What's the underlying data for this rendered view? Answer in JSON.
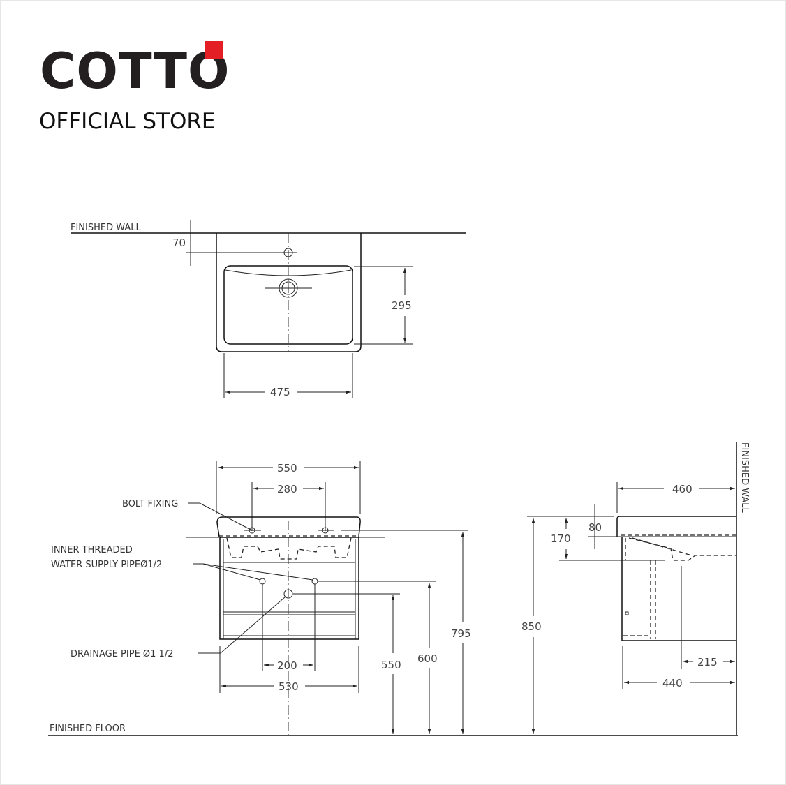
{
  "brand": {
    "name": "COTTO",
    "subtitle": "OFFICIAL STORE",
    "accent_color": "#e31e24",
    "text_color": "#231f20"
  },
  "top_view": {
    "labels": {
      "finished_wall": "FINISHED WALL"
    },
    "dimensions": {
      "wall_to_tap_hole": "70",
      "bowl_depth": "295",
      "bowl_width": "475"
    }
  },
  "front_view": {
    "labels": {
      "bolt_fixing": "BOLT FIXING",
      "water_supply_line1": "INNER THREADED",
      "water_supply_line2": "WATER SUPPLY PIPEØ1/2",
      "drainage_pipe": "DRAINAGE PIPE Ø1 1/2",
      "finished_floor": "FINISHED FLOOR"
    },
    "dimensions": {
      "overall_width": "550",
      "bolt_spacing": "280",
      "supply_spacing": "200",
      "cabinet_width": "530",
      "drain_height": "550",
      "supply_height": "600",
      "cabinet_top_height": "795"
    }
  },
  "side_view": {
    "labels": {
      "finished_wall": "FINISHED WALL"
    },
    "dimensions": {
      "basin_projection": "460",
      "rim_thickness": "80",
      "basin_depth": "170",
      "overall_height": "850",
      "drain_offset": "215",
      "cabinet_depth": "440"
    }
  }
}
